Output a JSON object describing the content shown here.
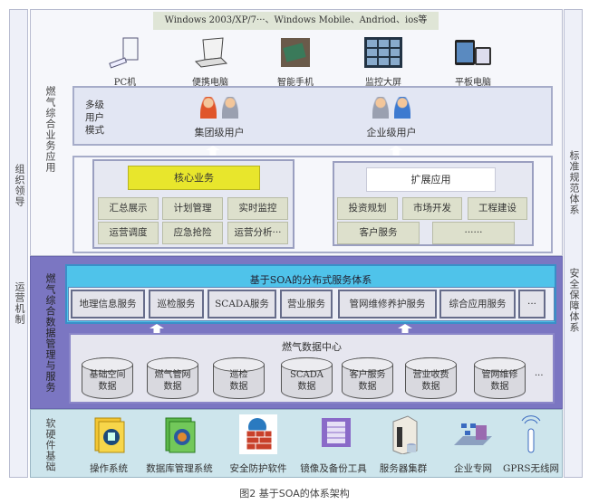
{
  "side_left": {
    "top": "组织领导",
    "bottom": "运营机制"
  },
  "side_right": {
    "top": "标准规范体系",
    "bottom": "安全保障体系"
  },
  "app_layer": {
    "label": "燃气综合业务应用",
    "os_bar": "Windows 2003/XP/7···、Windows Mobile、Andriod、ios等",
    "devices": [
      {
        "label": "PC机",
        "icon": "pc-icon"
      },
      {
        "label": "便携电脑",
        "icon": "laptop-icon"
      },
      {
        "label": "智能手机",
        "icon": "smartphone-icon"
      },
      {
        "label": "监控大屏",
        "icon": "monitor-wall-icon"
      },
      {
        "label": "平板电脑",
        "icon": "tablet-icon"
      }
    ],
    "users": {
      "mode_label": "多级用户模式",
      "group": "集团级用户",
      "enterprise": "企业级用户"
    },
    "core": {
      "title": "核心业务",
      "items": [
        "汇总展示",
        "计划管理",
        "实时监控",
        "运营调度",
        "应急抢险",
        "运营分析···"
      ]
    },
    "extend": {
      "title": "扩展应用",
      "items": [
        "投资规划",
        "市场开发",
        "工程建设",
        "客户服务",
        "······"
      ]
    }
  },
  "data_layer": {
    "label": "燃气综合数据管理与服务",
    "soa": {
      "title": "基于SOA的分布式服务体系",
      "services": [
        "地理信息服务",
        "巡检服务",
        "SCADA服务",
        "营业服务",
        "管网维修养护服务",
        "综合应用服务",
        "···"
      ]
    },
    "data_center": {
      "title": "燃气数据中心",
      "stores": [
        [
          "基础空间",
          "数据"
        ],
        [
          "燃气管网",
          "数据"
        ],
        [
          "巡检",
          "数据"
        ],
        [
          "SCADA",
          "数据"
        ],
        [
          "客户服务",
          "数据"
        ],
        [
          "营业收费",
          "数据"
        ],
        [
          "管网维修",
          "数据"
        ]
      ],
      "more": "···"
    }
  },
  "infra_layer": {
    "label": "软硬件基础",
    "items": [
      {
        "label": "操作系统",
        "icon": "os-icon"
      },
      {
        "label": "数据库管理系统",
        "icon": "database-icon"
      },
      {
        "label": "安全防护软件",
        "icon": "firewall-icon"
      },
      {
        "label": "镜像及备份工具",
        "icon": "backup-icon"
      },
      {
        "label": "服务器集群",
        "icon": "server-icon"
      },
      {
        "label": "企业专网",
        "icon": "network-icon"
      },
      {
        "label": "GPRS无线网",
        "icon": "wireless-icon"
      }
    ]
  },
  "caption": "图2 基于SOA的体系架构",
  "colors": {
    "core_title": "#e8e62c",
    "data_section": "#7b76c2",
    "soa": "#4fc3ea",
    "infra": "#cde5ec"
  }
}
